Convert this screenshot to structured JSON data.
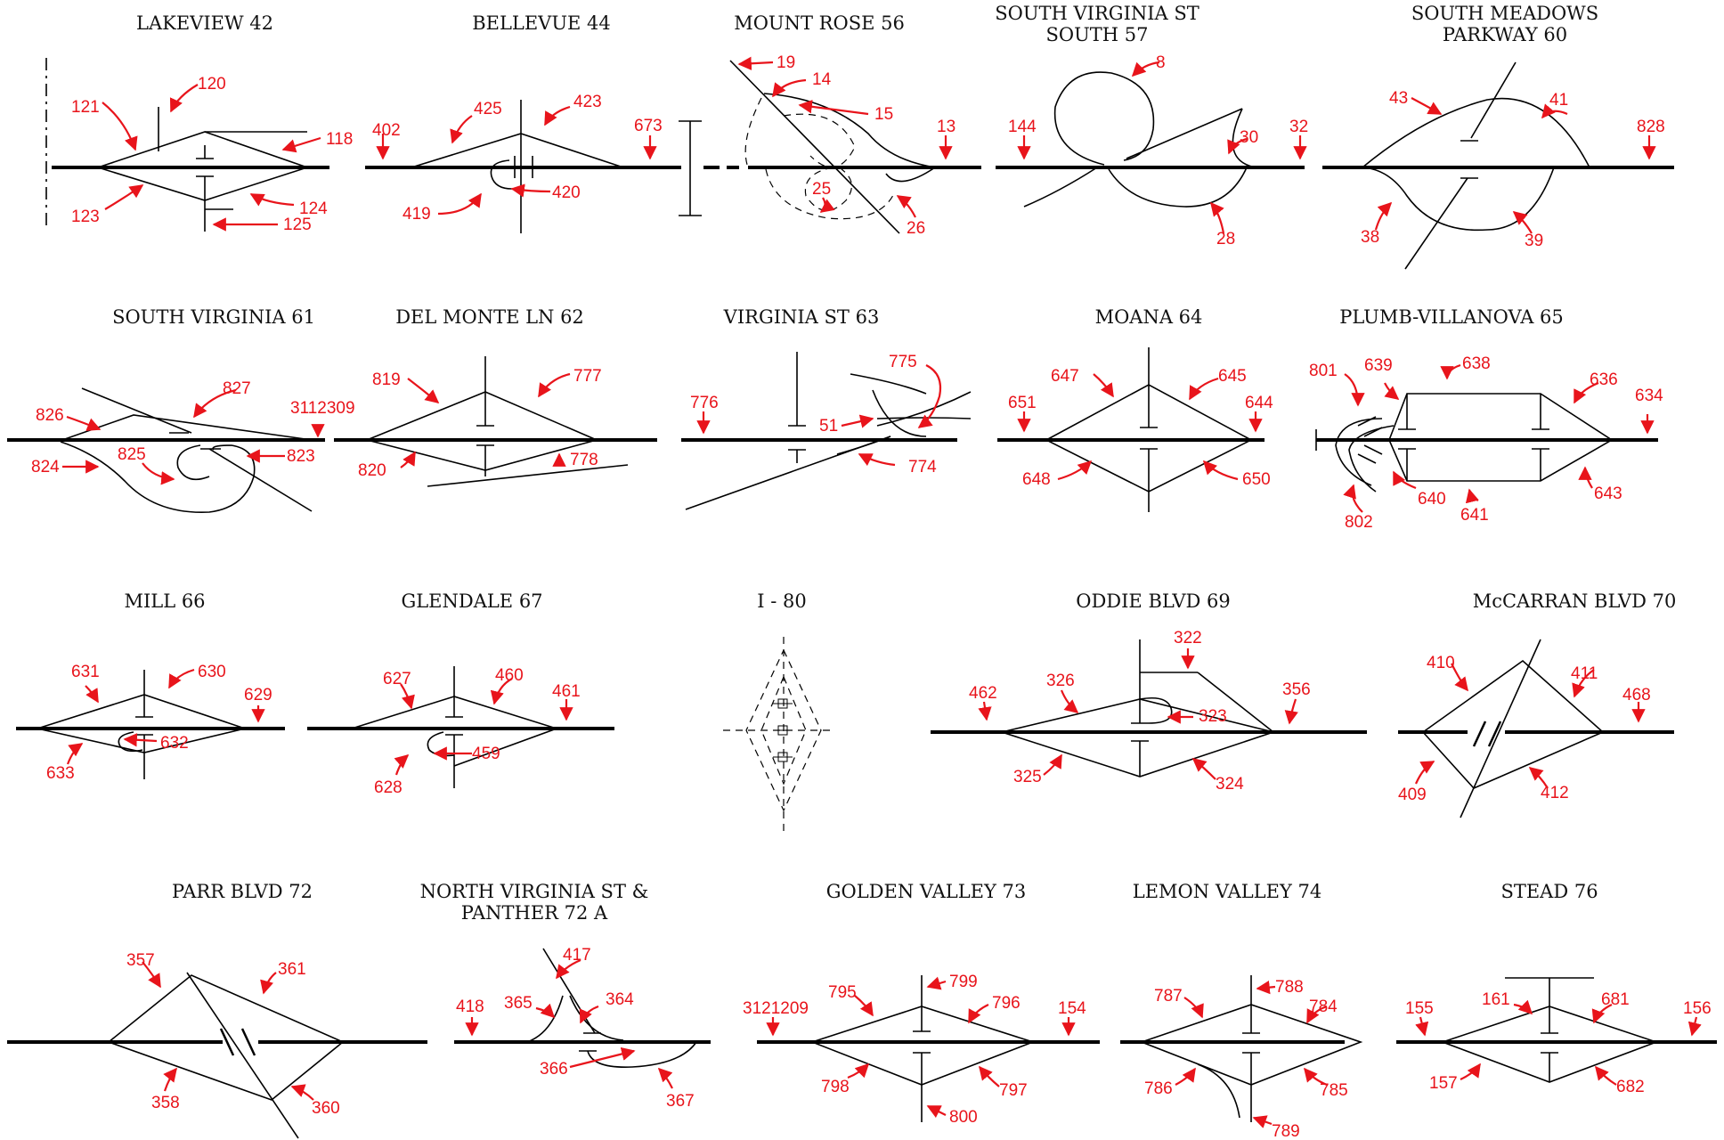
{
  "diagram": {
    "interchanges": [
      {
        "title": [
          "LAKEVIEW 42"
        ],
        "labels": [
          "120",
          "121",
          "118",
          "123",
          "124",
          "125"
        ]
      },
      {
        "title": [
          "BELLEVUE 44"
        ],
        "labels": [
          "402",
          "425",
          "423",
          "673",
          "419",
          "420"
        ]
      },
      {
        "title": [
          "MOUNT ROSE 56"
        ],
        "labels": [
          "19",
          "14",
          "15",
          "13",
          "25",
          "26"
        ]
      },
      {
        "title": [
          "SOUTH VIRGINIA ST",
          "SOUTH 57"
        ],
        "labels": [
          "8",
          "144",
          "30",
          "32",
          "28"
        ]
      },
      {
        "title": [
          "SOUTH MEADOWS",
          "PARKWAY 60"
        ],
        "labels": [
          "43",
          "41",
          "828",
          "38",
          "39"
        ]
      },
      {
        "title": [
          "SOUTH VIRGINIA 61"
        ],
        "labels": [
          "827",
          "826",
          "3112309",
          "825",
          "823",
          "824"
        ]
      },
      {
        "title": [
          "DEL MONTE LN 62"
        ],
        "labels": [
          "819",
          "777",
          "820",
          "778"
        ]
      },
      {
        "title": [
          "VIRGINIA ST 63"
        ],
        "labels": [
          "775",
          "776",
          "51",
          "774"
        ]
      },
      {
        "title": [
          "MOANA 64"
        ],
        "labels": [
          "647",
          "645",
          "651",
          "644",
          "648",
          "650"
        ]
      },
      {
        "title": [
          "PLUMB-VILLANOVA 65"
        ],
        "labels": [
          "801",
          "639",
          "638",
          "636",
          "634",
          "640",
          "641",
          "643",
          "802"
        ]
      },
      {
        "title": [
          "MILL 66"
        ],
        "labels": [
          "631",
          "630",
          "629",
          "632",
          "633"
        ]
      },
      {
        "title": [
          "GLENDALE 67"
        ],
        "labels": [
          "627",
          "460",
          "461",
          "459",
          "628"
        ]
      },
      {
        "title": [
          "I - 80"
        ],
        "labels": []
      },
      {
        "title": [
          "ODDIE BLVD 69"
        ],
        "labels": [
          "322",
          "326",
          "462",
          "356",
          "323",
          "325",
          "324"
        ]
      },
      {
        "title": [
          "McCARRAN BLVD 70"
        ],
        "labels": [
          "410",
          "411",
          "468",
          "409",
          "412"
        ]
      },
      {
        "title": [
          "PARR BLVD 72"
        ],
        "labels": [
          "357",
          "361",
          "358",
          "360"
        ]
      },
      {
        "title": [
          "NORTH VIRGINIA ST &",
          "PANTHER 72 A"
        ],
        "labels": [
          "417",
          "365",
          "364",
          "418",
          "366",
          "367"
        ]
      },
      {
        "title": [
          "GOLDEN VALLEY 73"
        ],
        "labels": [
          "799",
          "795",
          "796",
          "3121209",
          "154",
          "798",
          "797",
          "800"
        ]
      },
      {
        "title": [
          "LEMON VALLEY 74"
        ],
        "labels": [
          "788",
          "787",
          "784",
          "786",
          "785",
          "789"
        ]
      },
      {
        "title": [
          "STEAD 76"
        ],
        "labels": [
          "161",
          "681",
          "155",
          "156",
          "157",
          "682"
        ]
      }
    ]
  }
}
